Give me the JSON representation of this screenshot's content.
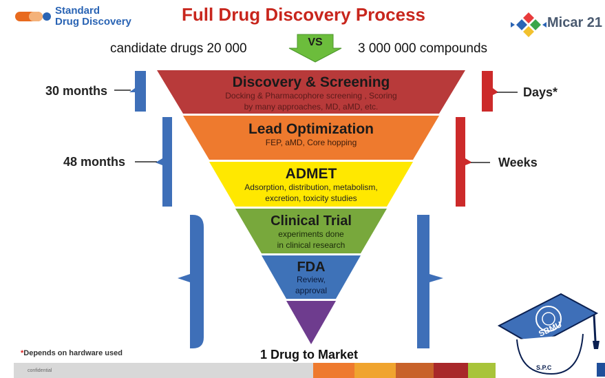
{
  "header": {
    "logo_line1": "Standard",
    "logo_line2": "Drug Discovery",
    "title": "Full Drug Discovery Process",
    "brand": "Micar 21"
  },
  "comparison": {
    "left": "candidate drugs 20 000",
    "vs": "VS",
    "right": "3 000 000 compounds"
  },
  "stages": [
    {
      "title": "Discovery & Screening",
      "desc_lines": [
        "Docking & Pharmacophore  screening , Scoring",
        "by many approaches, MD, aMD, etc."
      ],
      "color": "#b83a3a"
    },
    {
      "title": "Lead Optimization",
      "desc_lines": [
        "FEP, aMD, Core hopping"
      ],
      "color": "#ee7a2e"
    },
    {
      "title": "ADMET",
      "desc_lines": [
        "Adsorption, distribution, metabolism,",
        "excretion, toxicity studies"
      ],
      "color": "#ffe800"
    },
    {
      "title": "Clinical Trial",
      "desc_lines": [
        "experiments done",
        "in clinical research"
      ],
      "color": "#78a83c"
    },
    {
      "title": "FDA",
      "desc_lines": [
        "Review,",
        "approval"
      ],
      "color": "#3e72b8"
    },
    {
      "title": "",
      "desc_lines": [],
      "color": "#6e3c8e"
    }
  ],
  "left_labels": {
    "a": "30 months",
    "b": "48 months"
  },
  "right_labels": {
    "a": "Days*",
    "b": "Weeks"
  },
  "footnote": {
    "star": "*",
    "text": "Depends on hardware used"
  },
  "bottom": {
    "market": "1 Drug to Market",
    "small": "confidential"
  },
  "seal": {
    "top_text": "SBMU",
    "bottom_text": "S.P.C"
  }
}
